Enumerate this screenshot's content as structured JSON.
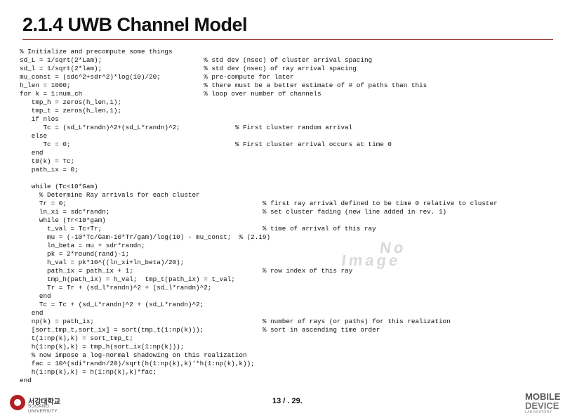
{
  "slide": {
    "title": "2.1.4 UWB Channel Model",
    "page_number": "13 / . 29.",
    "watermark": [
      "No",
      "Image"
    ],
    "university_korean": "서강대학교",
    "university_english": "SOGANG UNIVERSITY",
    "lab_logo_top": "MOBILE",
    "lab_logo_bottom": "DEVICE",
    "lab_logo_sub": "LABORATORY",
    "colors": {
      "accent": "#b21f24",
      "rule": "#8a1a1a",
      "text": "#111111"
    }
  },
  "code_lines": [
    "% Initialize and precompute some things",
    "sd_L = 1/sqrt(2*Lam);                          % std dev (nsec) of cluster arrival spacing",
    "sd_l = 1/sqrt(2*lam);                          % std dev (nsec) of ray arrival spacing",
    "mu_const = (sdc^2+sdr^2)*log(10)/20;           % pre-compute for later",
    "h_len = 1000;                                  % there must be a better estimate of # of paths than this",
    "for k = 1:num_ch                               % loop over number of channels",
    "   tmp_h = zeros(h_len,1);",
    "   tmp_t = zeros(h_len,1);",
    "   if nlos",
    "      Tc = (sd_L*randn)^2+(sd_L*randn)^2;              % First cluster random arrival",
    "   else",
    "      Tc = 0;                                          % First cluster arrival occurs at time 0",
    "   end",
    "   t0(k) = Tc;",
    "   path_ix = 0;",
    "",
    "   while (Tc<10*Gam)",
    "     % Determine Ray arrivals for each cluster",
    "     Tr = 0;                                                  % first ray arrival defined to be time 0 relative to cluster",
    "     ln_xi = sdc*randn;                                       % set cluster fading (new line added in rev. 1)",
    "     while (Tr<10*gam)",
    "       t_val = Tc+Tr;                                         % time of arrival of this ray",
    "       mu = (-10*Tc/Gam-10*Tr/gam)/log(10) - mu_const;  % (2.19)",
    "       ln_beta = mu + sdr*randn;",
    "       pk = 2*round(rand)-1;",
    "       h_val = pk*10^((ln_xi+ln_beta)/20);",
    "       path_ix = path_ix + 1;                                 % row index of this ray",
    "       tmp_h(path_ix) = h_val;  tmp_t(path_ix) = t_val;",
    "       Tr = Tr + (sd_l*randn)^2 + (sd_l*randn)^2;",
    "     end",
    "     Tc = Tc + (sd_L*randn)^2 + (sd_L*randn)^2;",
    "   end",
    "   np(k) = path_ix;                                           % number of rays (or paths) for this realization",
    "   [sort_tmp_t,sort_ix] = sort(tmp_t(1:np(k)));               % sort in ascending time order",
    "   t(1:np(k),k) = sort_tmp_t;",
    "   h(1:np(k),k) = tmp_h(sort_ix(1:np(k)));",
    "   % now impose a log-normal shadowing on this realization",
    "   fac = 10^(sdi*randn/20)/sqrt(h(1:np(k),k)'*h(1:np(k),k));",
    "   h(1:np(k),k) = h(1:np(k),k)*fac;",
    "end"
  ]
}
